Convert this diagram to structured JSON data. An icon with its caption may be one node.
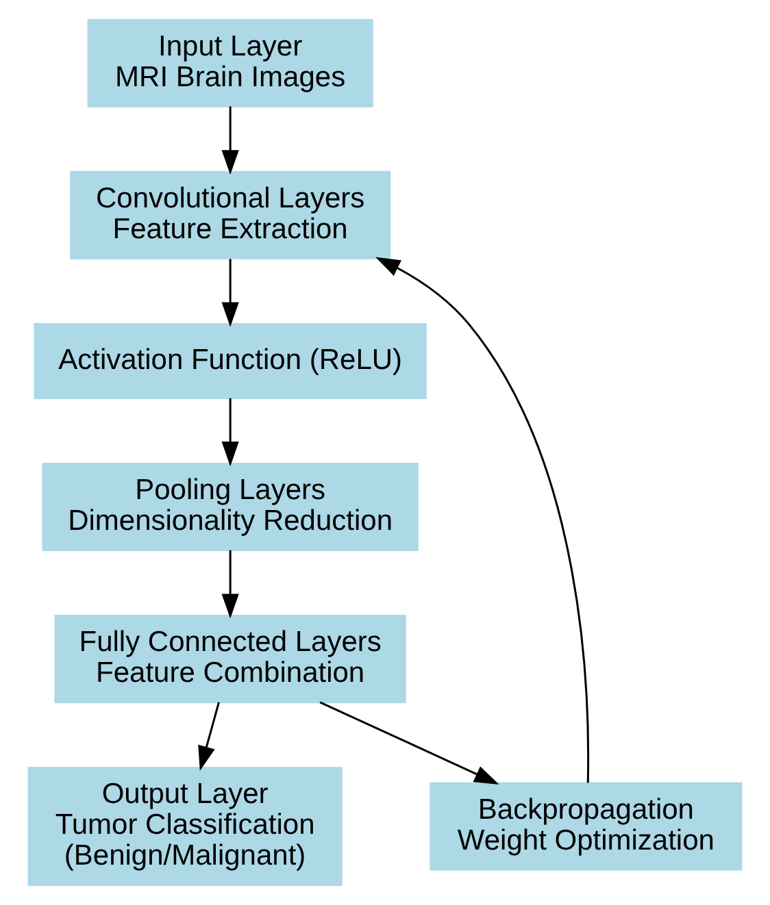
{
  "diagram": {
    "nodes": [
      {
        "text": [
          "Input Layer",
          "MRI Brain Images"
        ]
      },
      {
        "text": [
          "Convolutional Layers",
          "Feature Extraction"
        ]
      },
      {
        "text": [
          "Activation Function (ReLU)"
        ]
      },
      {
        "text": [
          "Pooling Layers",
          "Dimensionality Reduction"
        ]
      },
      {
        "text": [
          "Fully Connected Layers",
          "Feature Combination"
        ]
      },
      {
        "text": [
          "Output Layer",
          "Tumor Classification",
          "(Benign/Malignant)"
        ]
      },
      {
        "text": [
          "Backpropagation",
          "Weight Optimization"
        ]
      }
    ],
    "edges": [
      {
        "from": 0,
        "to": 1,
        "arrow": "to"
      },
      {
        "from": 1,
        "to": 2,
        "arrow": "to"
      },
      {
        "from": 2,
        "to": 3,
        "arrow": "to"
      },
      {
        "from": 3,
        "to": 4,
        "arrow": "to"
      },
      {
        "from": 4,
        "to": 5,
        "arrow": "to"
      },
      {
        "from": 4,
        "to": 6,
        "arrow": "to"
      },
      {
        "from": 6,
        "to": 1,
        "arrow": "to"
      }
    ]
  }
}
